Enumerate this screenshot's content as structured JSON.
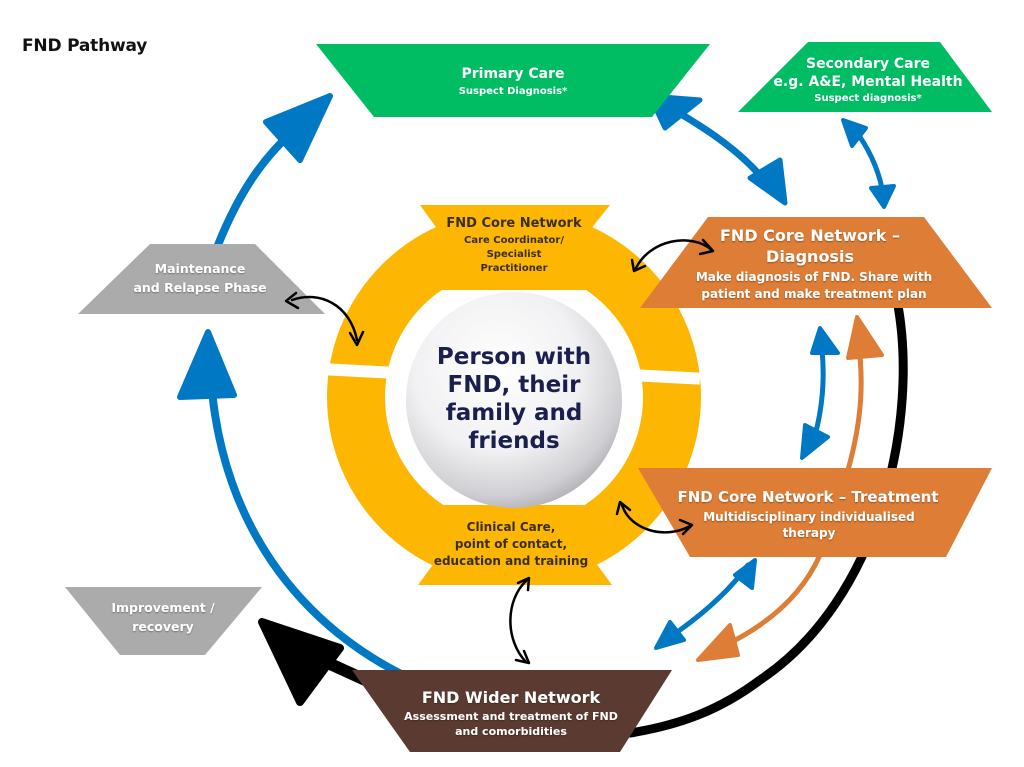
{
  "title": "FND Pathway",
  "colors": {
    "green": "#00bd64",
    "orange": "#dd7d36",
    "brown": "#5b3b31",
    "grey": "#ababab",
    "yellow": "#fdb703",
    "blue": "#0078c3",
    "black": "#000000",
    "navy": "#1a1f4e"
  },
  "nodes": {
    "primary_care": {
      "title": "Primary Care",
      "subtitle": "Suspect Diagnosis*"
    },
    "secondary_care": {
      "title_line1": "Secondary Care",
      "title_line2": "e.g. A&E, Mental Health",
      "subtitle": "Suspect diagnosis*"
    },
    "core_diagnosis": {
      "title_line1": "FND Core Network –",
      "title_line2": "Diagnosis",
      "subtitle_line1": "Make diagnosis of FND. Share with",
      "subtitle_line2": "patient and make treatment plan"
    },
    "core_treatment": {
      "title": "FND Core Network – Treatment",
      "subtitle_line1": "Multidisciplinary individualised",
      "subtitle_line2": "therapy"
    },
    "wider_network": {
      "title": "FND Wider Network",
      "subtitle_line1": "Assessment and treatment of FND",
      "subtitle_line2": "and comorbidities"
    },
    "maintenance": {
      "line1": "Maintenance",
      "line2": "and Relapse Phase"
    },
    "improvement": {
      "line1": "Improvement /",
      "line2": "recovery"
    },
    "core_network_ring_top": {
      "title": "FND Core Network",
      "line1": "Care Coordinator/",
      "line2": "Specialist",
      "line3": "Practitioner"
    },
    "core_network_ring_bottom": {
      "line1": "Clinical Care,",
      "line2": "point of contact,",
      "line3": "education and training"
    },
    "center": {
      "line1": "Person with",
      "line2": "FND, their",
      "line3": "family and",
      "line4": "friends"
    }
  }
}
